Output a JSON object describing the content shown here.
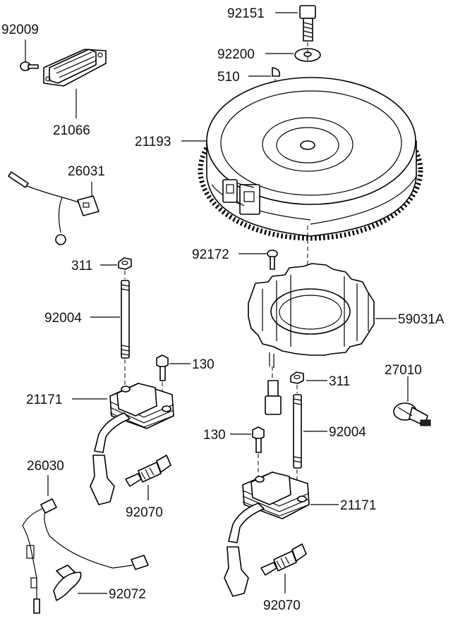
{
  "callouts": {
    "c92009": "92009",
    "c21066": "21066",
    "c26031": "26031",
    "c311a": "311",
    "c92004a": "92004",
    "c21171a": "21171",
    "c130a": "130",
    "c26030": "26030",
    "c92070a": "92070",
    "c92072": "92072",
    "c92151": "92151",
    "c92200": "92200",
    "c510": "510",
    "c21193": "21193",
    "c92172": "92172",
    "c59031A": "59031A",
    "c27010": "27010",
    "c311b": "311",
    "c130b": "130",
    "c92004b": "92004",
    "c21171b": "21171",
    "c92070b": "92070"
  }
}
